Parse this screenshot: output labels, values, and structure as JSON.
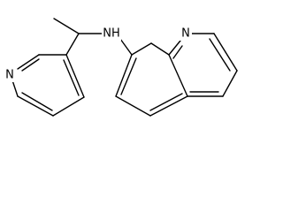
{
  "molecule": {
    "atoms": {
      "nh": "NH",
      "n_quinoline": "N",
      "n_pyridine": "N"
    },
    "colors": {
      "bond": "#000000",
      "label": "#000000",
      "background": "#ffffff"
    }
  }
}
